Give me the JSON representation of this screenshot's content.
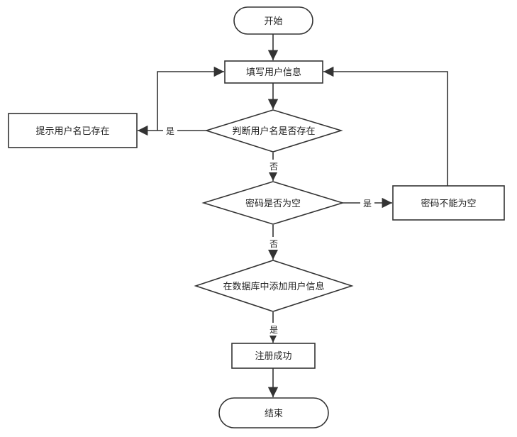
{
  "nodes": {
    "start": "开始",
    "fill_info": "填写用户信息",
    "check_username": "判断用户名是否存在",
    "username_exists": "提示用户名已存在",
    "check_password": "密码是否为空",
    "password_empty": "密码不能为空",
    "add_to_db": "在数据库中添加用户信息",
    "register_success": "注册成功",
    "end": "结束"
  },
  "edge_labels": {
    "username_yes": "是",
    "username_no": "否",
    "password_yes": "是",
    "password_no": "否",
    "db_yes": "是"
  }
}
